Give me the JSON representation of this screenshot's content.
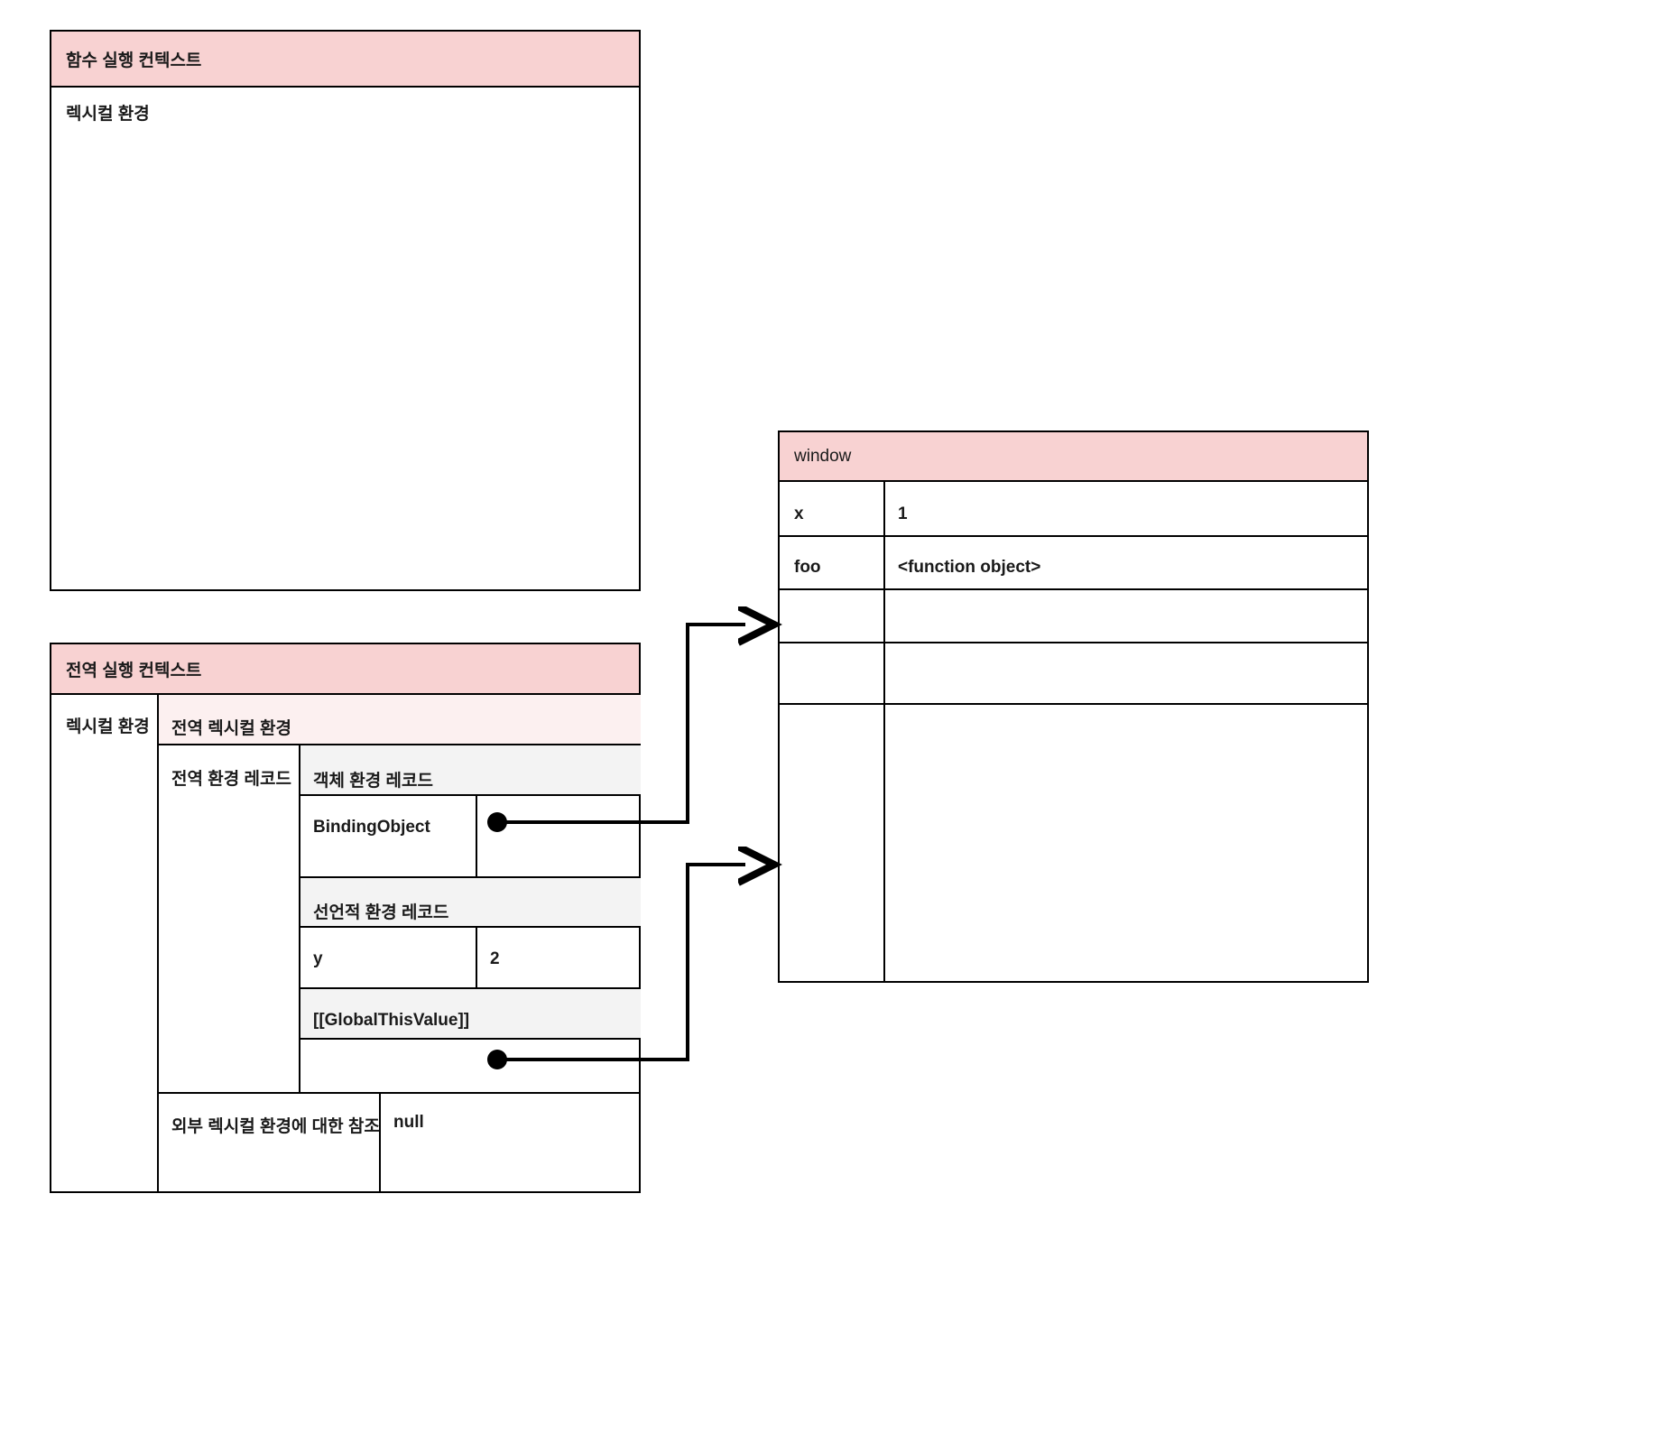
{
  "diagram": {
    "title_hidden": "",
    "colors": {
      "header_pink": "#f8d2d2",
      "subheader_pink": "#fcf0f0",
      "record_gray": "#f3f3f3",
      "border": "#000000",
      "background": "#ffffff"
    }
  },
  "function_execution_context": {
    "header": "함수 실행 컨텍스트",
    "lexical_environment_label": "렉시컬 환경"
  },
  "global_execution_context": {
    "header": "전역 실행 컨텍스트",
    "lexical_environment_label": "렉시컬 환경",
    "global_lexical_environment_label": "전역 렉시컬 환경",
    "global_environment_record_label": "전역 환경 레코드",
    "object_environment_record": {
      "title": "객체 환경 레코드",
      "rows": [
        {
          "key": "BindingObject",
          "value": "",
          "has_pointer": true
        }
      ]
    },
    "declarative_environment_record": {
      "title": "선언적 환경 레코드",
      "rows": [
        {
          "key": "y",
          "value": "2",
          "has_pointer": false
        }
      ]
    },
    "global_this_value": {
      "title": "[[GlobalThisValue]]",
      "rows": [
        {
          "key": "",
          "value": "",
          "has_pointer": true
        }
      ]
    },
    "outer_reference": {
      "label": "외부 렉시컬 환경에 대한 참조",
      "value": "null"
    }
  },
  "window_object": {
    "header": "window",
    "rows": [
      {
        "key": "x",
        "value": "1"
      },
      {
        "key": "foo",
        "value": "<function object>"
      },
      {
        "key": "",
        "value": ""
      },
      {
        "key": "",
        "value": ""
      },
      {
        "key": "",
        "value": ""
      }
    ]
  },
  "connections": [
    {
      "from": "BindingObject",
      "to": "window",
      "style": "elbow-arrow"
    },
    {
      "from": "[[GlobalThisValue]]",
      "to": "window",
      "style": "elbow-arrow"
    }
  ]
}
